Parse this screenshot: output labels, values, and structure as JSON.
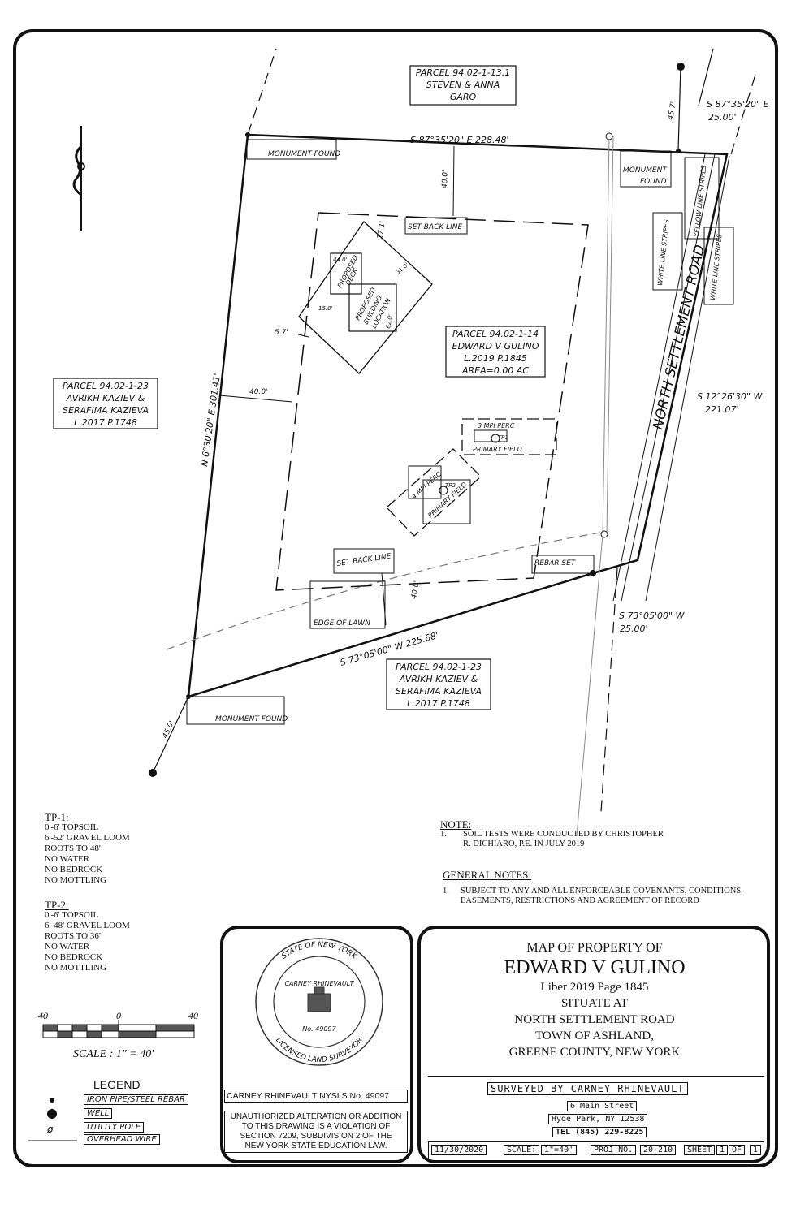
{
  "parcels": {
    "north": {
      "line1": "PARCEL 94.02-1-13.1",
      "line2": "STEVEN & ANNA",
      "line3": "GARO"
    },
    "west": {
      "line1": "PARCEL 94.02-1-23",
      "line2": "AVRIKH KAZIEV &",
      "line3": "SERAFIMA KAZIEVA",
      "line4": "L.2017 P.1748"
    },
    "south": {
      "line1": "PARCEL 94.02-1-23",
      "line2": "AVRIKH KAZIEV &",
      "line3": "SERAFIMA KAZIEVA",
      "line4": "L.2017 P.1748"
    },
    "subject": {
      "line1": "PARCEL 94.02-1-14",
      "line2": "EDWARD V GULINO",
      "line3": "L.2019 P.1845",
      "line4": "AREA=0.00 AC"
    }
  },
  "bearings": {
    "north_line": "S 87°35'20\" E 228.48'",
    "west_line": "N 6°30'20\" E 301.41'",
    "south_line": "S 73°05'00\" W 225.68'",
    "east_line_a": "S 12°26'30\" W",
    "east_line_b": "221.07'",
    "ne_a": "S 87°35'20\" E",
    "ne_b": "25.00'",
    "se_a": "S 73°05'00\" W",
    "se_b": "25.00'"
  },
  "labels": {
    "monument_found": "MONUMENT FOUND",
    "monument_found_ne_1": "MONUMENT",
    "monument_found_ne_2": "FOUND",
    "set_back_line": "SET BACK LINE",
    "edge_of_lawn": "EDGE OF LAWN",
    "rebar_set": "REBAR SET",
    "road": "NORTH SETTLEMENT ROAD",
    "white_line_stripes": "WHITE LINE STRIPES",
    "yellow_line_stripes": "YELLOW LINE STRIPES",
    "proposed_deck_1": "PROPOSED",
    "proposed_deck_2": "DECK",
    "proposed_building_1": "PROPOSED",
    "proposed_building_2": "BUILDING",
    "proposed_building_3": "LOCATION",
    "perc3": "3 MPI PERC",
    "tp1": "TP1",
    "primary_field": "PRIMARY FIELD",
    "perc4": "4 MPI PERC",
    "tp2": "TP2"
  },
  "dims": {
    "d40a": "40.0'",
    "d40b": "40.0'",
    "d40c": "40.0'",
    "d171": "17.1'",
    "d57": "5.7'",
    "d457": "45.7'",
    "d450": "45.0'",
    "d440": "44.0'",
    "d310": "31.0'",
    "d150": "15.0'",
    "d620": "62.0'"
  },
  "tp1": {
    "title": "TP-1:",
    "lines": [
      "0'-6' TOPSOIL",
      "6'-52' GRAVEL LOOM",
      "ROOTS TO 48'",
      "NO WATER",
      "NO BEDROCK",
      "NO MOTTLING"
    ]
  },
  "tp2": {
    "title": "TP-2:",
    "lines": [
      "0'-6' TOPSOIL",
      "6'-48' GRAVEL LOOM",
      "ROOTS TO 36'",
      "NO WATER",
      "NO BEDROCK",
      "NO MOTTLING"
    ]
  },
  "note": {
    "title": "NOTE:",
    "num": "1.",
    "text1": "SOIL TESTS WERE CONDUCTED BY CHRISTOPHER",
    "text2": "R. DICHIARO, P.E. IN JULY 2019"
  },
  "general_notes": {
    "title": "GENERAL NOTES:",
    "num": "1.",
    "text1": "SUBJECT TO ANY AND ALL ENFORCEABLE COVENANTS, CONDITIONS,",
    "text2": "EASEMENTS, RESTRICTIONS AND AGREEMENT OF RECORD"
  },
  "scale_bar": {
    "left": "40",
    "mid": "0",
    "right": "40",
    "text": "SCALE : 1\" = 40'"
  },
  "legend": {
    "title": "LEGEND",
    "items": [
      "IRON PIPE/STEEL REBAR",
      "WELL",
      "UTILITY POLE",
      "OVERHEAD WIRE"
    ]
  },
  "seal": {
    "top": "STATE OF NEW YORK",
    "name": "CARNEY RHINEVAULT",
    "no": "No. 49097",
    "bottom": "LICENSED LAND SURVEYOR",
    "license_line": "CARNEY RHINEVAULT NYSLS No. 49097",
    "warning1": "UNAUTHORIZED ALTERATION OR ADDITION",
    "warning2": "TO THIS DRAWING IS A VIOLATION OF",
    "warning3": "SECTION 7209, SUBDIVISION 2 OF THE",
    "warning4": "NEW YORK STATE EDUCATION LAW."
  },
  "title_block": {
    "line1": "MAP OF PROPERTY OF",
    "owner": "EDWARD V GULINO",
    "liber": "Liber 2019   Page 1845",
    "situate": "SITUATE AT",
    "road": "NORTH SETTLEMENT ROAD",
    "town": "TOWN OF ASHLAND,",
    "county": "GREENE COUNTY,  NEW YORK",
    "surveyed": "SURVEYED BY CARNEY RHINEVAULT",
    "addr1": "6 Main Street",
    "addr2": "Hyde Park, NY  12538",
    "tel": "TEL (845) 229-8225",
    "date": "11/30/2020",
    "scale_label": "SCALE:",
    "scale_val": "1\"=40'",
    "proj_label": "PROJ NO.",
    "proj_val": "20-210",
    "sheet_label": "SHEET",
    "sheet_val": "1",
    "of_label": "OF",
    "of_val": "1"
  }
}
